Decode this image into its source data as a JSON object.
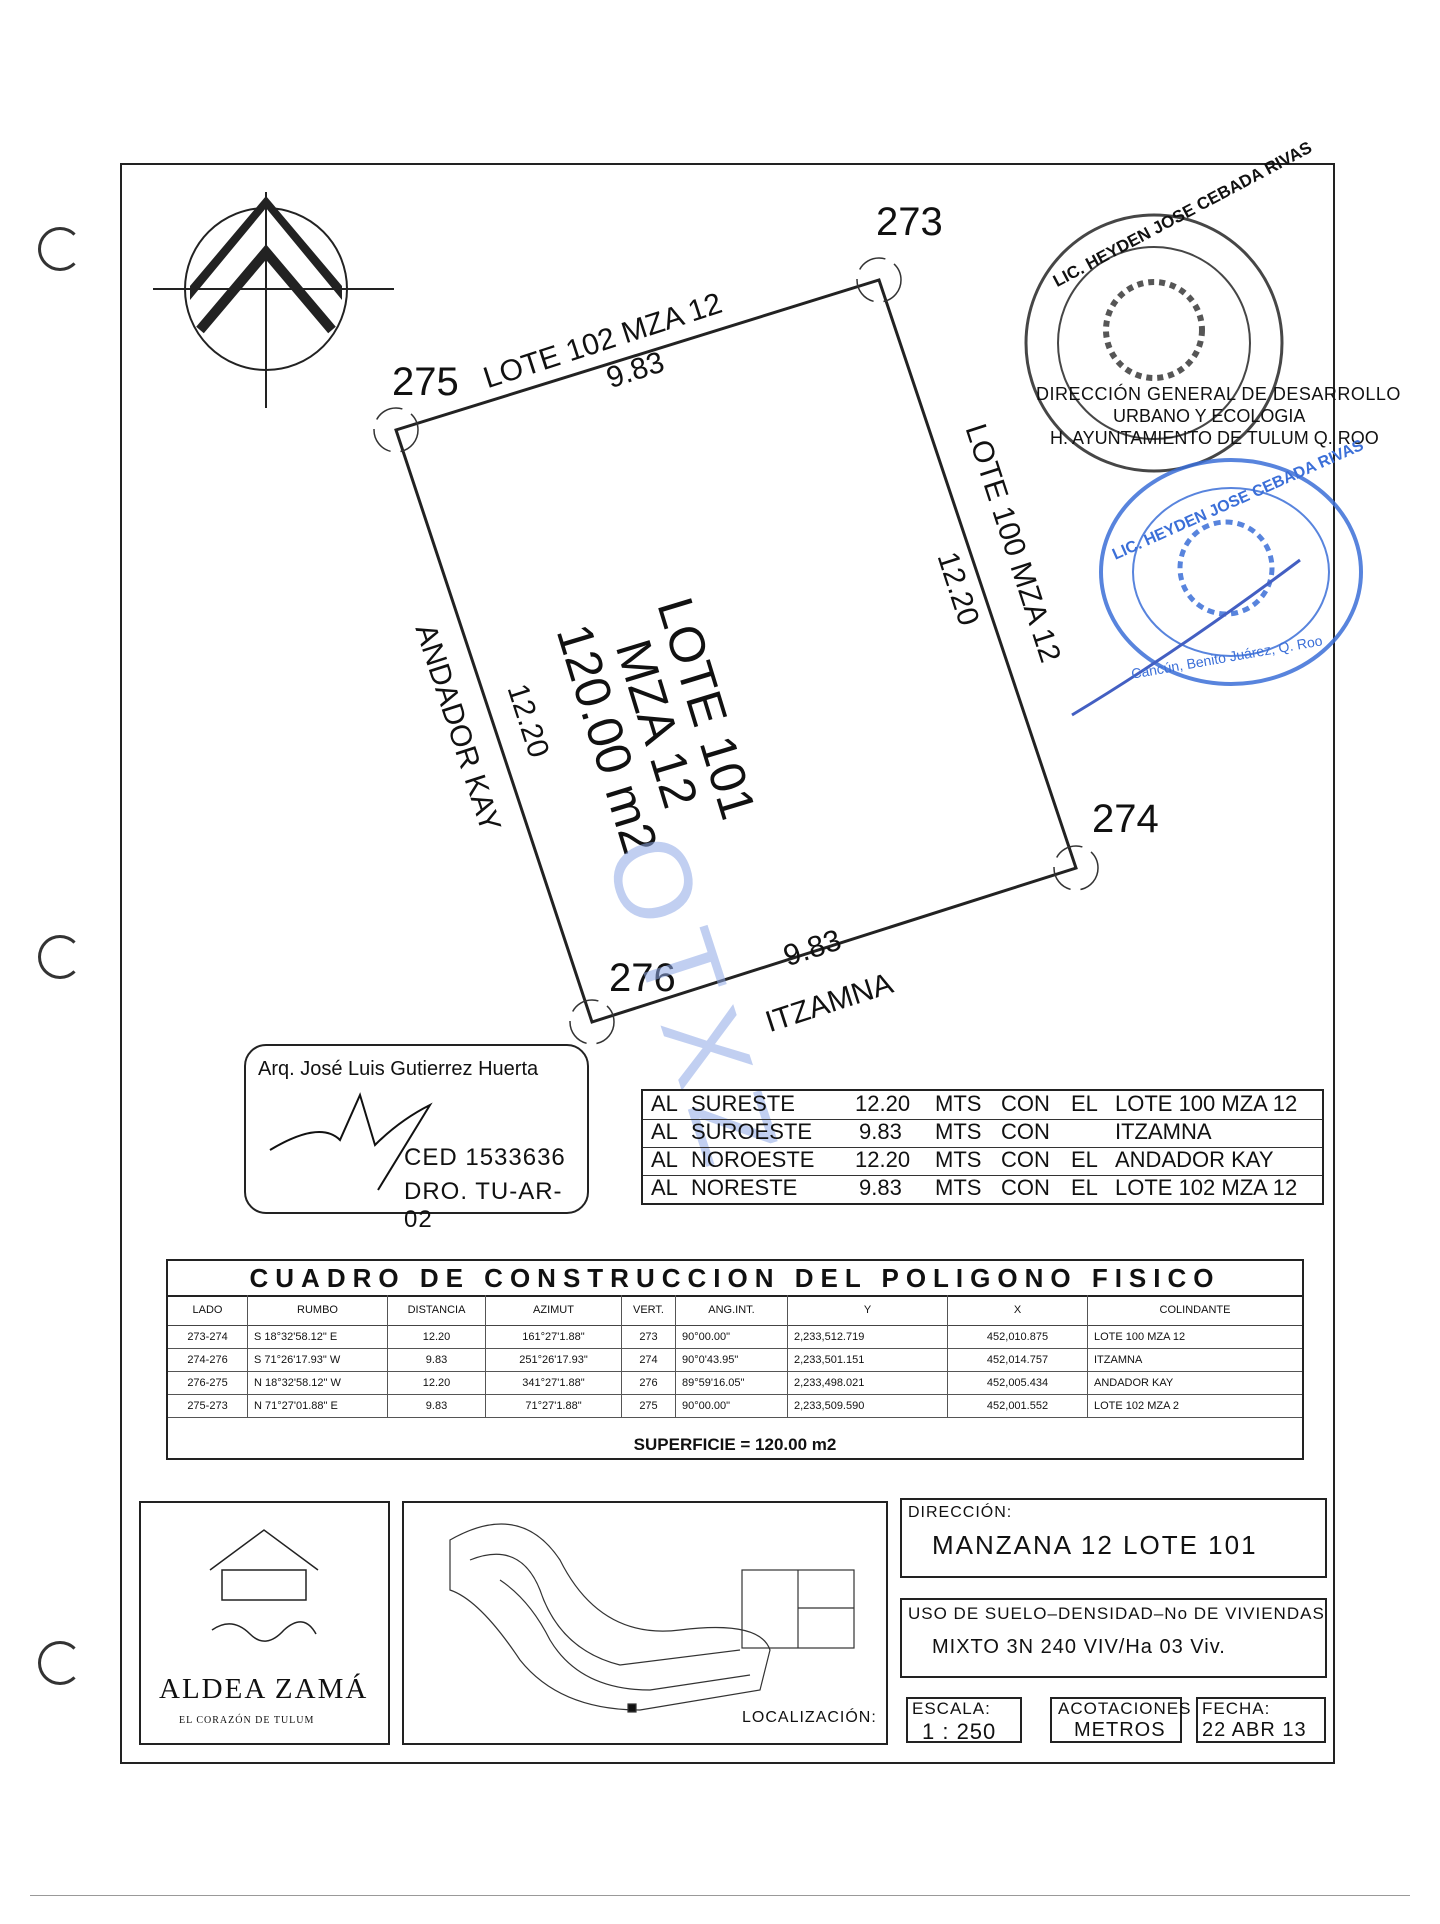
{
  "points": {
    "p273": "273",
    "p274": "274",
    "p275": "275",
    "p276": "276"
  },
  "boundaries": {
    "north": "LOTE 102 MZA 12",
    "east": "LOTE 100 MZA 12",
    "west": "ANDADOR KAY",
    "south": "ITZAMNA"
  },
  "distances": {
    "north": "9.83",
    "east": "12.20",
    "west": "12.20",
    "south": "9.83"
  },
  "lot": {
    "line1": "LOTE 101",
    "line2": "MZA 12",
    "line3": "120.00 m2"
  },
  "architect": {
    "name": "Arq. José Luis Gutierrez Huerta",
    "ced": "CED 1533636",
    "dro": "DRO. TU-AR-02"
  },
  "stamps": {
    "notary_top": "LIC. HEYDEN JOSE CEBADA RIVAS",
    "direccion_line1": "DIRECCIÓN GENERAL DE DESARROLLO",
    "direccion_line2": "URBANO Y ECOLOGIA",
    "direccion_line3": "H. AYUNTAMIENTO DE TULUM Q. ROO",
    "notary_blue": "LIC. HEYDEN JOSE CEBADA RIVAS",
    "notary_blue_city": "Cancún, Benito Juárez, Q. Roo",
    "watermark": "OTXZ"
  },
  "colindancias": [
    [
      "AL",
      "SURESTE",
      "12.20",
      "MTS",
      "CON",
      "EL",
      "LOTE 100  MZA 12"
    ],
    [
      "AL",
      "SUROESTE",
      "9.83",
      "MTS",
      "CON",
      "",
      "ITZAMNA"
    ],
    [
      "AL",
      "NOROESTE",
      "12.20",
      "MTS",
      "CON",
      "EL",
      "ANDADOR KAY"
    ],
    [
      "AL",
      "NORESTE",
      "9.83",
      "MTS",
      "CON",
      "EL",
      "LOTE 102  MZA 12"
    ]
  ],
  "construction": {
    "title": "CUADRO DE CONSTRUCCION DEL POLIGONO FISICO",
    "headers": [
      "LADO",
      "RUMBO",
      "DISTANCIA",
      "AZIMUT",
      "VERT.",
      "ANG.INT.",
      "Y",
      "X",
      "COLINDANTE"
    ],
    "rows": [
      [
        "273-274",
        "S 18°32'58.12\" E",
        "12.20",
        "161°27'1.88\"",
        "273",
        "90°00.00\"",
        "2,233,512.719",
        "452,010.875",
        "LOTE 100 MZA 12"
      ],
      [
        "274-276",
        "S 71°26'17.93\" W",
        "9.83",
        "251°26'17.93\"",
        "274",
        "90°0'43.95\"",
        "2,233,501.151",
        "452,014.757",
        "ITZAMNA"
      ],
      [
        "276-275",
        "N 18°32'58.12\" W",
        "12.20",
        "341°27'1.88\"",
        "276",
        "89°59'16.05\"",
        "2,233,498.021",
        "452,005.434",
        "ANDADOR KAY"
      ],
      [
        "275-273",
        "N 71°27'01.88\" E",
        "9.83",
        "71°27'1.88\"",
        "275",
        "90°00.00\"",
        "2,233,509.590",
        "452,001.552",
        "LOTE 102 MZA 2"
      ]
    ],
    "superficie": "SUPERFICIE  =  120.00  m2"
  },
  "logo": {
    "name": "ALDEA ZAMÁ",
    "tagline": "EL CORAZÓN DE TULUM"
  },
  "map": {
    "label": "LOCALIZACIÓN:"
  },
  "direccion": {
    "label": "DIRECCIÓN:",
    "value": "MANZANA 12   LOTE 101"
  },
  "uso": {
    "label": "USO DE SUELO–DENSIDAD–No DE VIVIENDAS",
    "value": "MIXTO 3N    240 VIV/Ha 03 Viv."
  },
  "escala": {
    "label": "ESCALA:",
    "value": "1  :  250"
  },
  "acotaciones": {
    "label": "ACOTACIONES",
    "value": "METROS"
  },
  "fecha": {
    "label": "FECHA:",
    "value": "22  ABR  13"
  }
}
